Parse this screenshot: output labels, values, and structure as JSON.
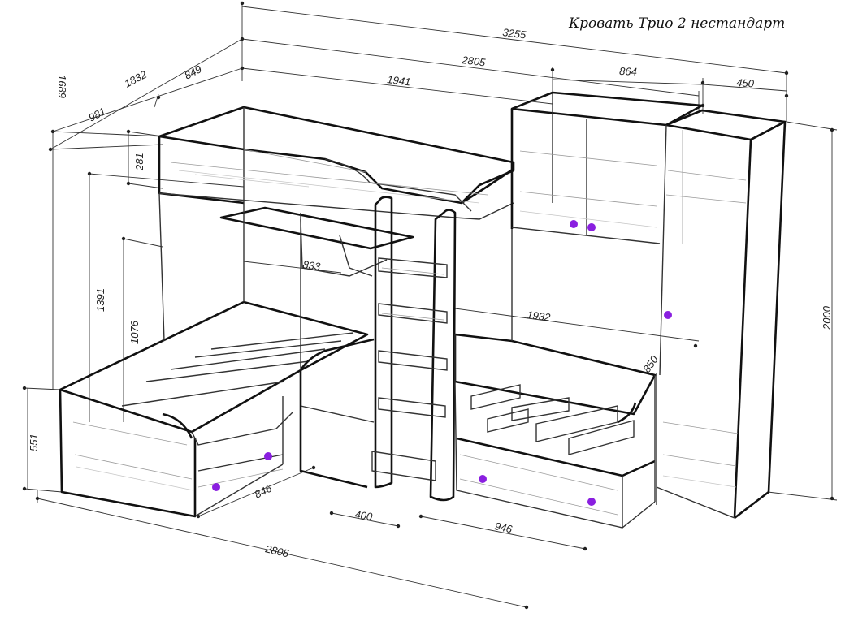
{
  "title": "Кровать Трио 2 нестандарт",
  "dimensions": {
    "overall_width": "3255",
    "bed_length_top": "2805",
    "top_frame_length": "1941",
    "wardrobe_top_width": "864",
    "column_width": "450",
    "depth_total": "1832",
    "depth_top": "849",
    "side_depth": "981",
    "side_height": "1689",
    "rail_height": "281",
    "upper_height": "1391",
    "lower_height": "1076",
    "drawer_height": "551",
    "shelf_width": "833",
    "lower_bed_length": "1932",
    "right_bed_depth": "850",
    "total_height": "2000",
    "drawer_depth": "846",
    "ladder_width": "400",
    "drawer_width": "946",
    "bottom_length": "2805"
  },
  "colors": {
    "knob": "#8a1fe0",
    "line": "#111111"
  }
}
